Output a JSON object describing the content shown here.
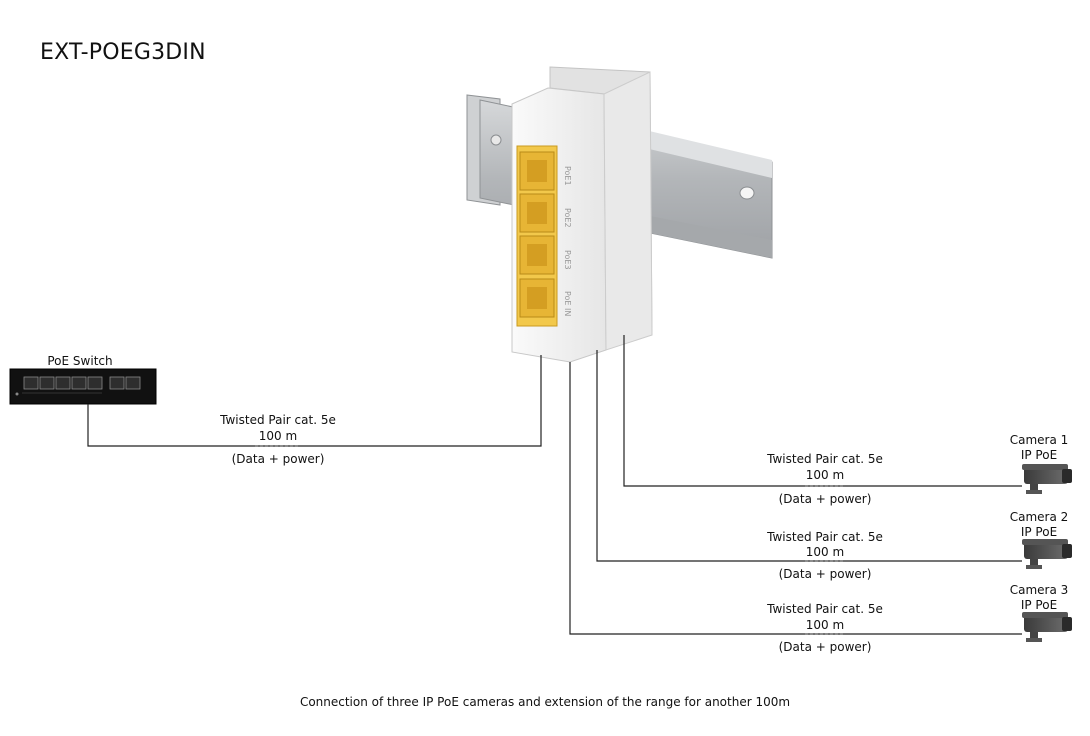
{
  "title": "EXT-POEG3DIN",
  "caption": "Connection of three IP PoE cameras and extension of the range for another 100m",
  "switch": {
    "label": "PoE Switch"
  },
  "device": {
    "ports": [
      "PoE1",
      "PoE2",
      "PoE3",
      "PoE IN"
    ]
  },
  "cables": [
    {
      "type": "Twisted Pair cat. 5e",
      "length": "100 m",
      "carries": "(Data + power)"
    },
    {
      "type": "Twisted Pair cat. 5e",
      "length": "100 m",
      "carries": "(Data + power)"
    },
    {
      "type": "Twisted Pair cat. 5e",
      "length": "100 m",
      "carries": "(Data + power)"
    },
    {
      "type": "Twisted Pair cat. 5e",
      "length": "100 m",
      "carries": "(Data + power)"
    }
  ],
  "cameras": [
    {
      "name": "Camera 1",
      "kind": "IP PoE"
    },
    {
      "name": "Camera 2",
      "kind": "IP PoE"
    },
    {
      "name": "Camera 3",
      "kind": "IP PoE"
    }
  ],
  "colors": {
    "port_yellow": "#f2c84b",
    "rail": "#b9bcbf",
    "housing": "#f1f1f1",
    "cable": "#222222"
  }
}
